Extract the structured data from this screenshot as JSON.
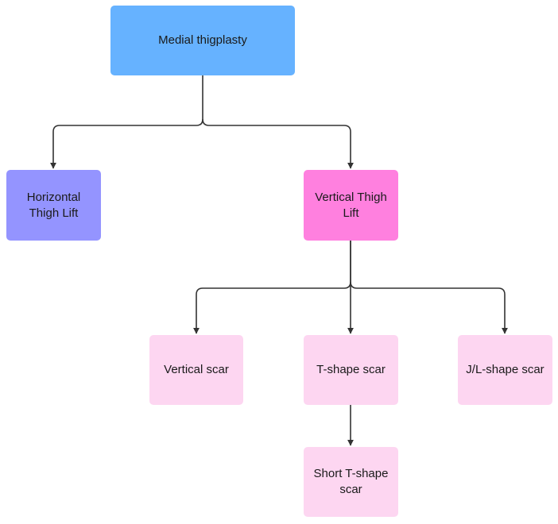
{
  "diagram": {
    "nodes": {
      "root": {
        "label": "Medial thigplasty",
        "color": "#66B2FF"
      },
      "horiz": {
        "label": "Horizontal Thigh Lift",
        "color": "#9494FF"
      },
      "vert": {
        "label": "Vertical Thigh Lift",
        "color": "#FF80DF"
      },
      "vscar": {
        "label": "Vertical scar",
        "color": "#FDD6F1"
      },
      "tscar": {
        "label": "T-shape scar",
        "color": "#FDD6F1"
      },
      "jlscar": {
        "label": "J/L-shape scar",
        "color": "#FDD6F1"
      },
      "short": {
        "label": "Short T-shape scar",
        "color": "#FDD6F1"
      }
    },
    "edges": [
      {
        "from": "root",
        "to": "horiz"
      },
      {
        "from": "root",
        "to": "vert"
      },
      {
        "from": "vert",
        "to": "vscar"
      },
      {
        "from": "vert",
        "to": "tscar"
      },
      {
        "from": "vert",
        "to": "jlscar"
      },
      {
        "from": "tscar",
        "to": "short"
      }
    ],
    "connector_color": "#333333"
  }
}
